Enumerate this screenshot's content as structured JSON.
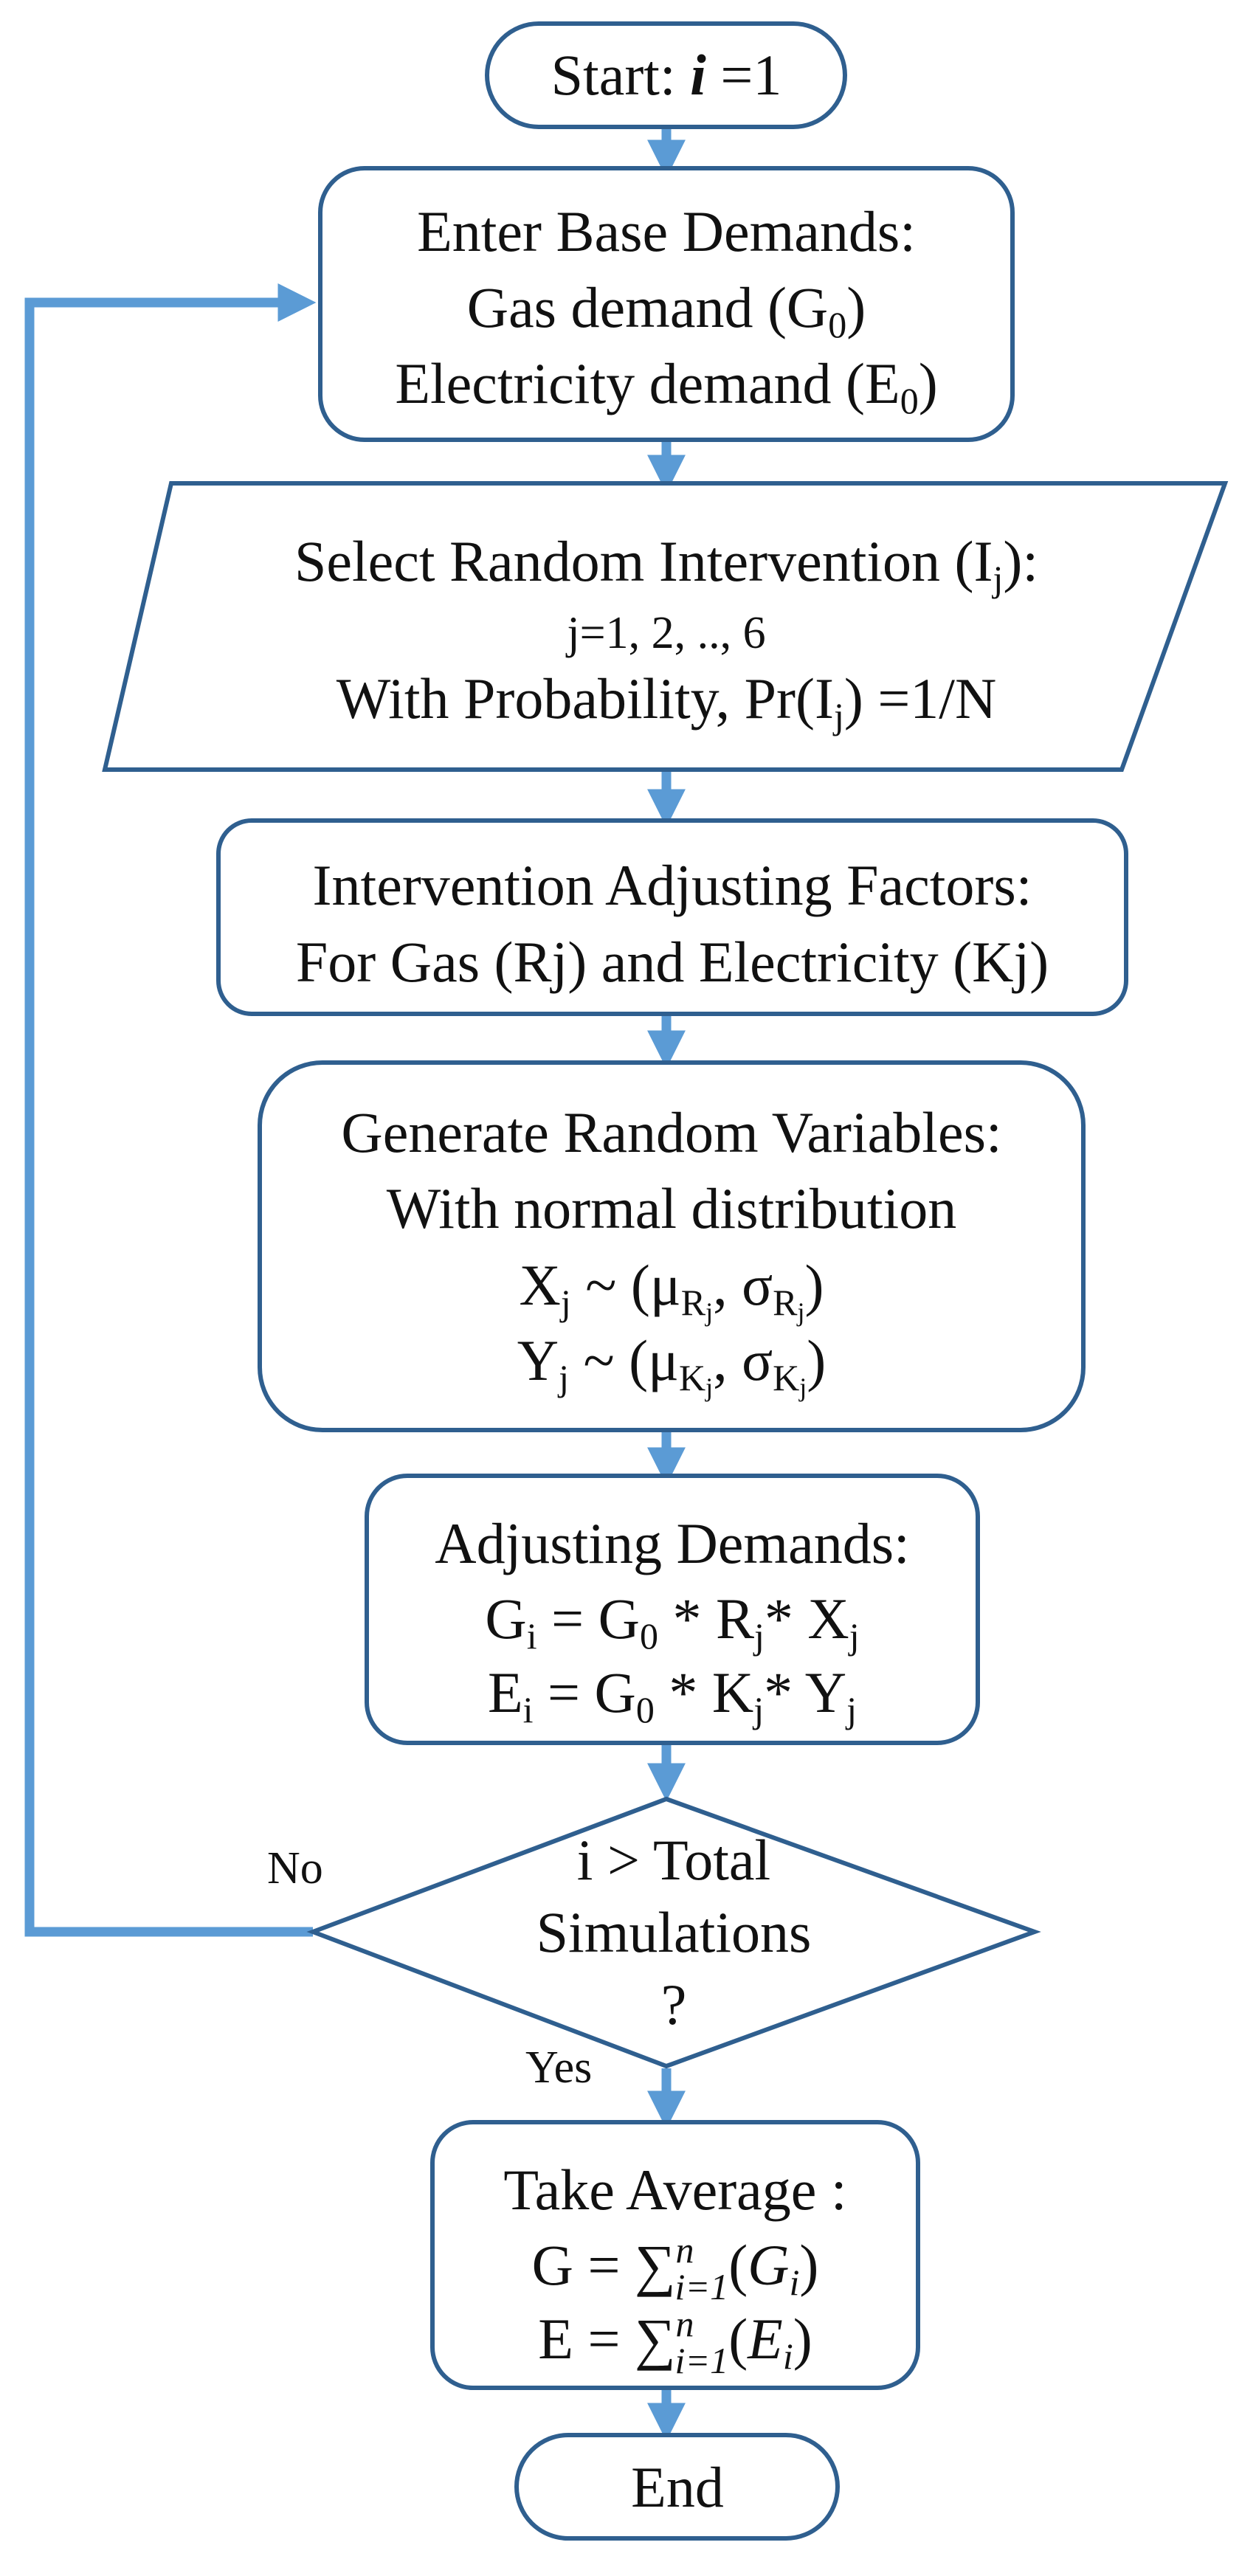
{
  "nodes": {
    "start": {
      "lines": [
        "Start: ",
        "i",
        " =1"
      ]
    },
    "base_demands": {
      "title": "Enter Base Demands:",
      "gas": "Gas demand (G",
      "gas_sub": "0",
      "elec": "Electricity demand (E",
      "elec_sub": "0",
      "close": ")"
    },
    "random_intervention": {
      "title_a": "Select Random Intervention (I",
      "title_sub": "j",
      "title_b": "):",
      "line2": "j=1, 2, .., 6",
      "line3_a": "With Probability, Pr(I",
      "line3_sub": "j",
      "line3_b": ") =1/N"
    },
    "adjusting_factors": {
      "line1": "Intervention Adjusting Factors:",
      "line2": "For Gas (Rj) and Electricity (Kj)"
    },
    "random_variables": {
      "line1": "Generate Random Variables:",
      "line2": "With normal distribution",
      "x": "X",
      "y": "Y",
      "j": "j",
      "tilde": " ~ (",
      "mu": "μ",
      "sigma": "σ",
      "R": "R",
      "K": "K",
      "comma": ", ",
      "close": ")"
    },
    "adjusting_demands": {
      "title": "Adjusting Demands:",
      "G": "G",
      "E": "E",
      "i": "i",
      "zero": "0",
      "j": "j",
      "eq": " = ",
      "star": " * ",
      "R": "R",
      "K": "K",
      "X": "X",
      "Y": "Y",
      "star2": "* "
    },
    "decision": {
      "line1": "i > Total",
      "line2": "Simulations",
      "line3": "?"
    },
    "take_average": {
      "title": "Take Average :",
      "G": "G",
      "E": "E",
      "eq": " = ",
      "sum": "∑",
      "sup": "n",
      "sub": "i=1",
      "open": "(",
      "close": ")",
      "Gi": "G",
      "Ei": "E",
      "i": "i"
    },
    "end": {
      "label": "End"
    }
  },
  "edge_labels": {
    "no": "No",
    "yes": "Yes"
  },
  "colors": {
    "box_stroke": "#2f5f8f",
    "connector": "#5b9bd5",
    "text": "#111111"
  }
}
